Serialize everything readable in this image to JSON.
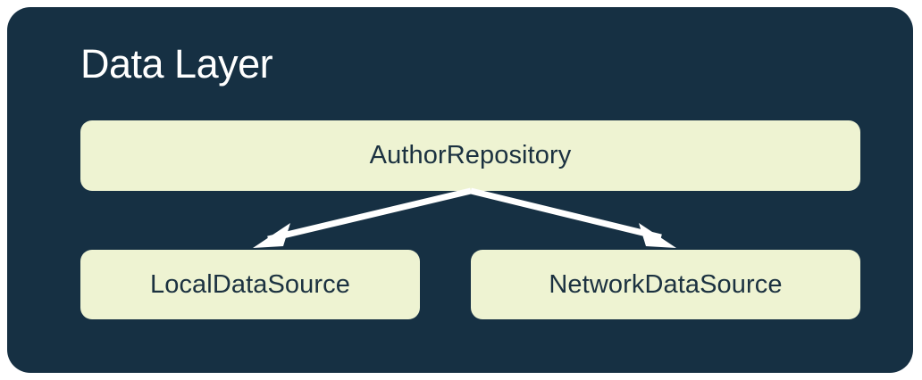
{
  "diagram": {
    "title": "Data Layer",
    "panel_color": "#163043",
    "node_color": "#EEF3D2",
    "node_text_color": "#1B3140",
    "title_color": "#FFFFFF",
    "edge_color": "#FFFFFF",
    "nodes": [
      {
        "id": "repository",
        "label": "AuthorRepository",
        "row": "top"
      },
      {
        "id": "local",
        "label": "LocalDataSource",
        "row": "bottom"
      },
      {
        "id": "network",
        "label": "NetworkDataSource",
        "row": "bottom"
      }
    ],
    "edges": [
      {
        "from": "AuthorRepository",
        "to": "LocalDataSource",
        "arrow": "arrow-head-left"
      },
      {
        "from": "AuthorRepository",
        "to": "NetworkDataSource",
        "arrow": "arrow-head-right"
      }
    ]
  }
}
